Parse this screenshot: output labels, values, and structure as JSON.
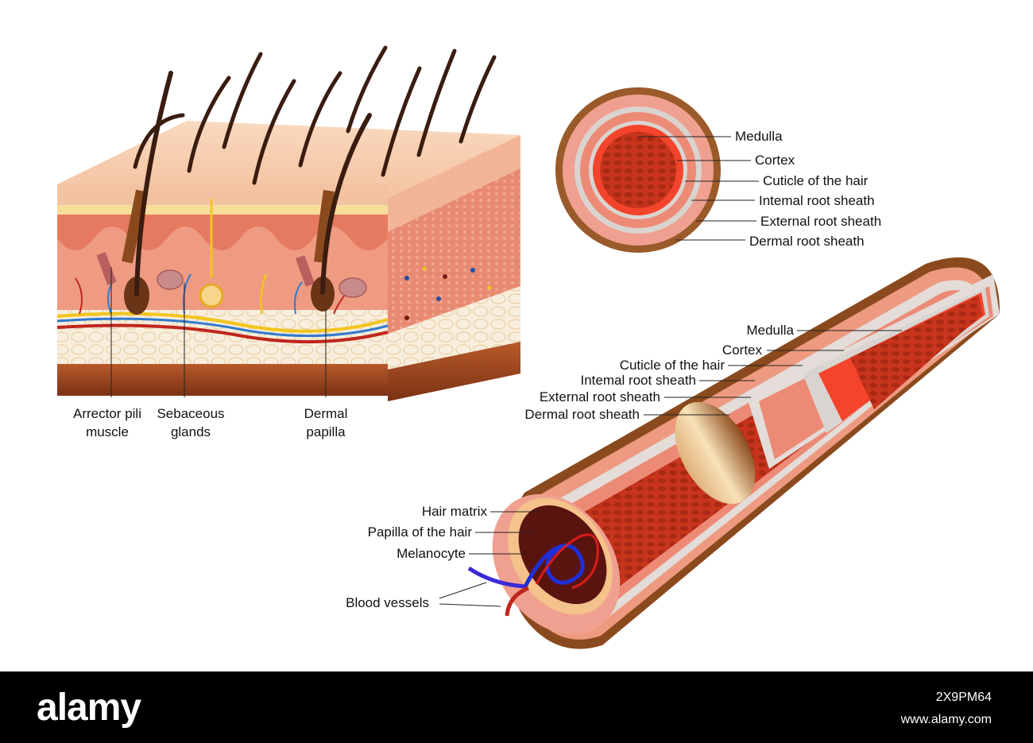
{
  "skin_labels": {
    "arrector": [
      "Arrector pili",
      "muscle"
    ],
    "sebaceous": [
      "Sebaceous",
      "glands"
    ],
    "papilla": [
      "Dermal",
      "papilla"
    ]
  },
  "cross_section_labels": {
    "medulla": "Medulla",
    "cortex": "Cortex",
    "cuticle": "Cuticle of the hair",
    "internal": "Intemal root sheath",
    "external": "External root sheath",
    "dermal": "Dermal root sheath"
  },
  "follicle_labels": {
    "medulla": "Medulla",
    "cortex": "Cortex",
    "cuticle": "Cuticle of the hair",
    "internal": "Intemal root sheath",
    "external": "External root sheath",
    "dermal": "Dermal root sheath",
    "matrix": "Hair matrix",
    "papilla": "Papilla of the hair",
    "melanocyte": "Melanocyte",
    "vessels": "Blood vessels"
  },
  "footer": {
    "logo": "alamy",
    "image_id": "2X9PM64",
    "site": "www.alamy.com"
  },
  "colors": {
    "hair": "#3a1c10",
    "epidermis": "#f6c9a6",
    "dermis": "#ee9a80",
    "fat": "#f6ead6",
    "sheath_brown": "#8b4a1d",
    "medulla_red": "#c8341c",
    "footer_bg": "#000000"
  }
}
